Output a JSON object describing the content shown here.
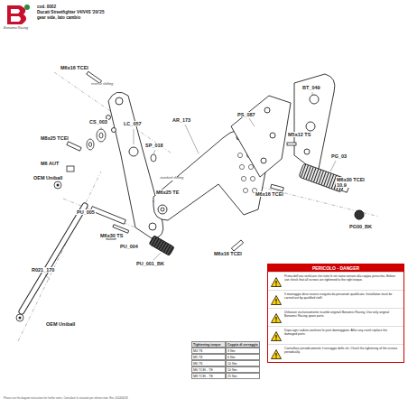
{
  "diagram": {
    "nodes": [
      {
        "text": [
          "PERICOLO - DANGER",
          "Prima dell'uso verificare che tutte le viti siano serrate alla coppia prescritta. Before use check that all screws are tightened to the right torque.",
          "Il montaggio deve essere eseguito da personale qualificato. Installation must be carried out by qualified staff.",
          "Utilizzare esclusivamente ricambi originali Bonamici Racing. Use only original Bonamici Racing spare parts.",
          "Dopo ogni caduta sostituire le parti danneggiate. After any crash replace the damaged parts.",
          "Controllare periodicamente il serraggio delle viti. Check the tightening of the screws periodically."
        ]
      }
    ],
    "labels": [
      "cod. 0002",
      "Ducati Streetfighter V4/V4S '20/'25",
      "gear side, lato cambio",
      "Bonamici Racing",
      "M6x16 TCEI",
      "reverse shifting",
      "CS_003",
      "LC_057",
      "SP_018",
      "M8x25 TCEI",
      "M6 AUT",
      "OEM Uniball",
      "standard shifting",
      "M6x25 TE",
      "AR_173",
      "PS_087",
      "BT_049",
      "M5x12 TS",
      "PG_03",
      "M6x30 TCEI 10.9",
      "PG00_BK",
      "M6x16 TCEI",
      "PU_005",
      "M6x30 TS",
      "PU_004",
      "PU_001_BK",
      "M6x16 TCEI",
      "R021_170",
      "OEM Uniball",
      "Tightening torque",
      "Coppia di serraggio",
      "M4 TS",
      "3 Nm",
      "M5 TS",
      "6 Nm",
      "M6 TS",
      "10 Nm",
      "M6 TCEI - TE",
      "10 Nm",
      "M8 TCEI - TE",
      "25 Nm",
      "Please see the diagram instructions for further notes. Consultare le istruzioni per ulteriori note. Rev. 2024/06/28"
    ]
  }
}
